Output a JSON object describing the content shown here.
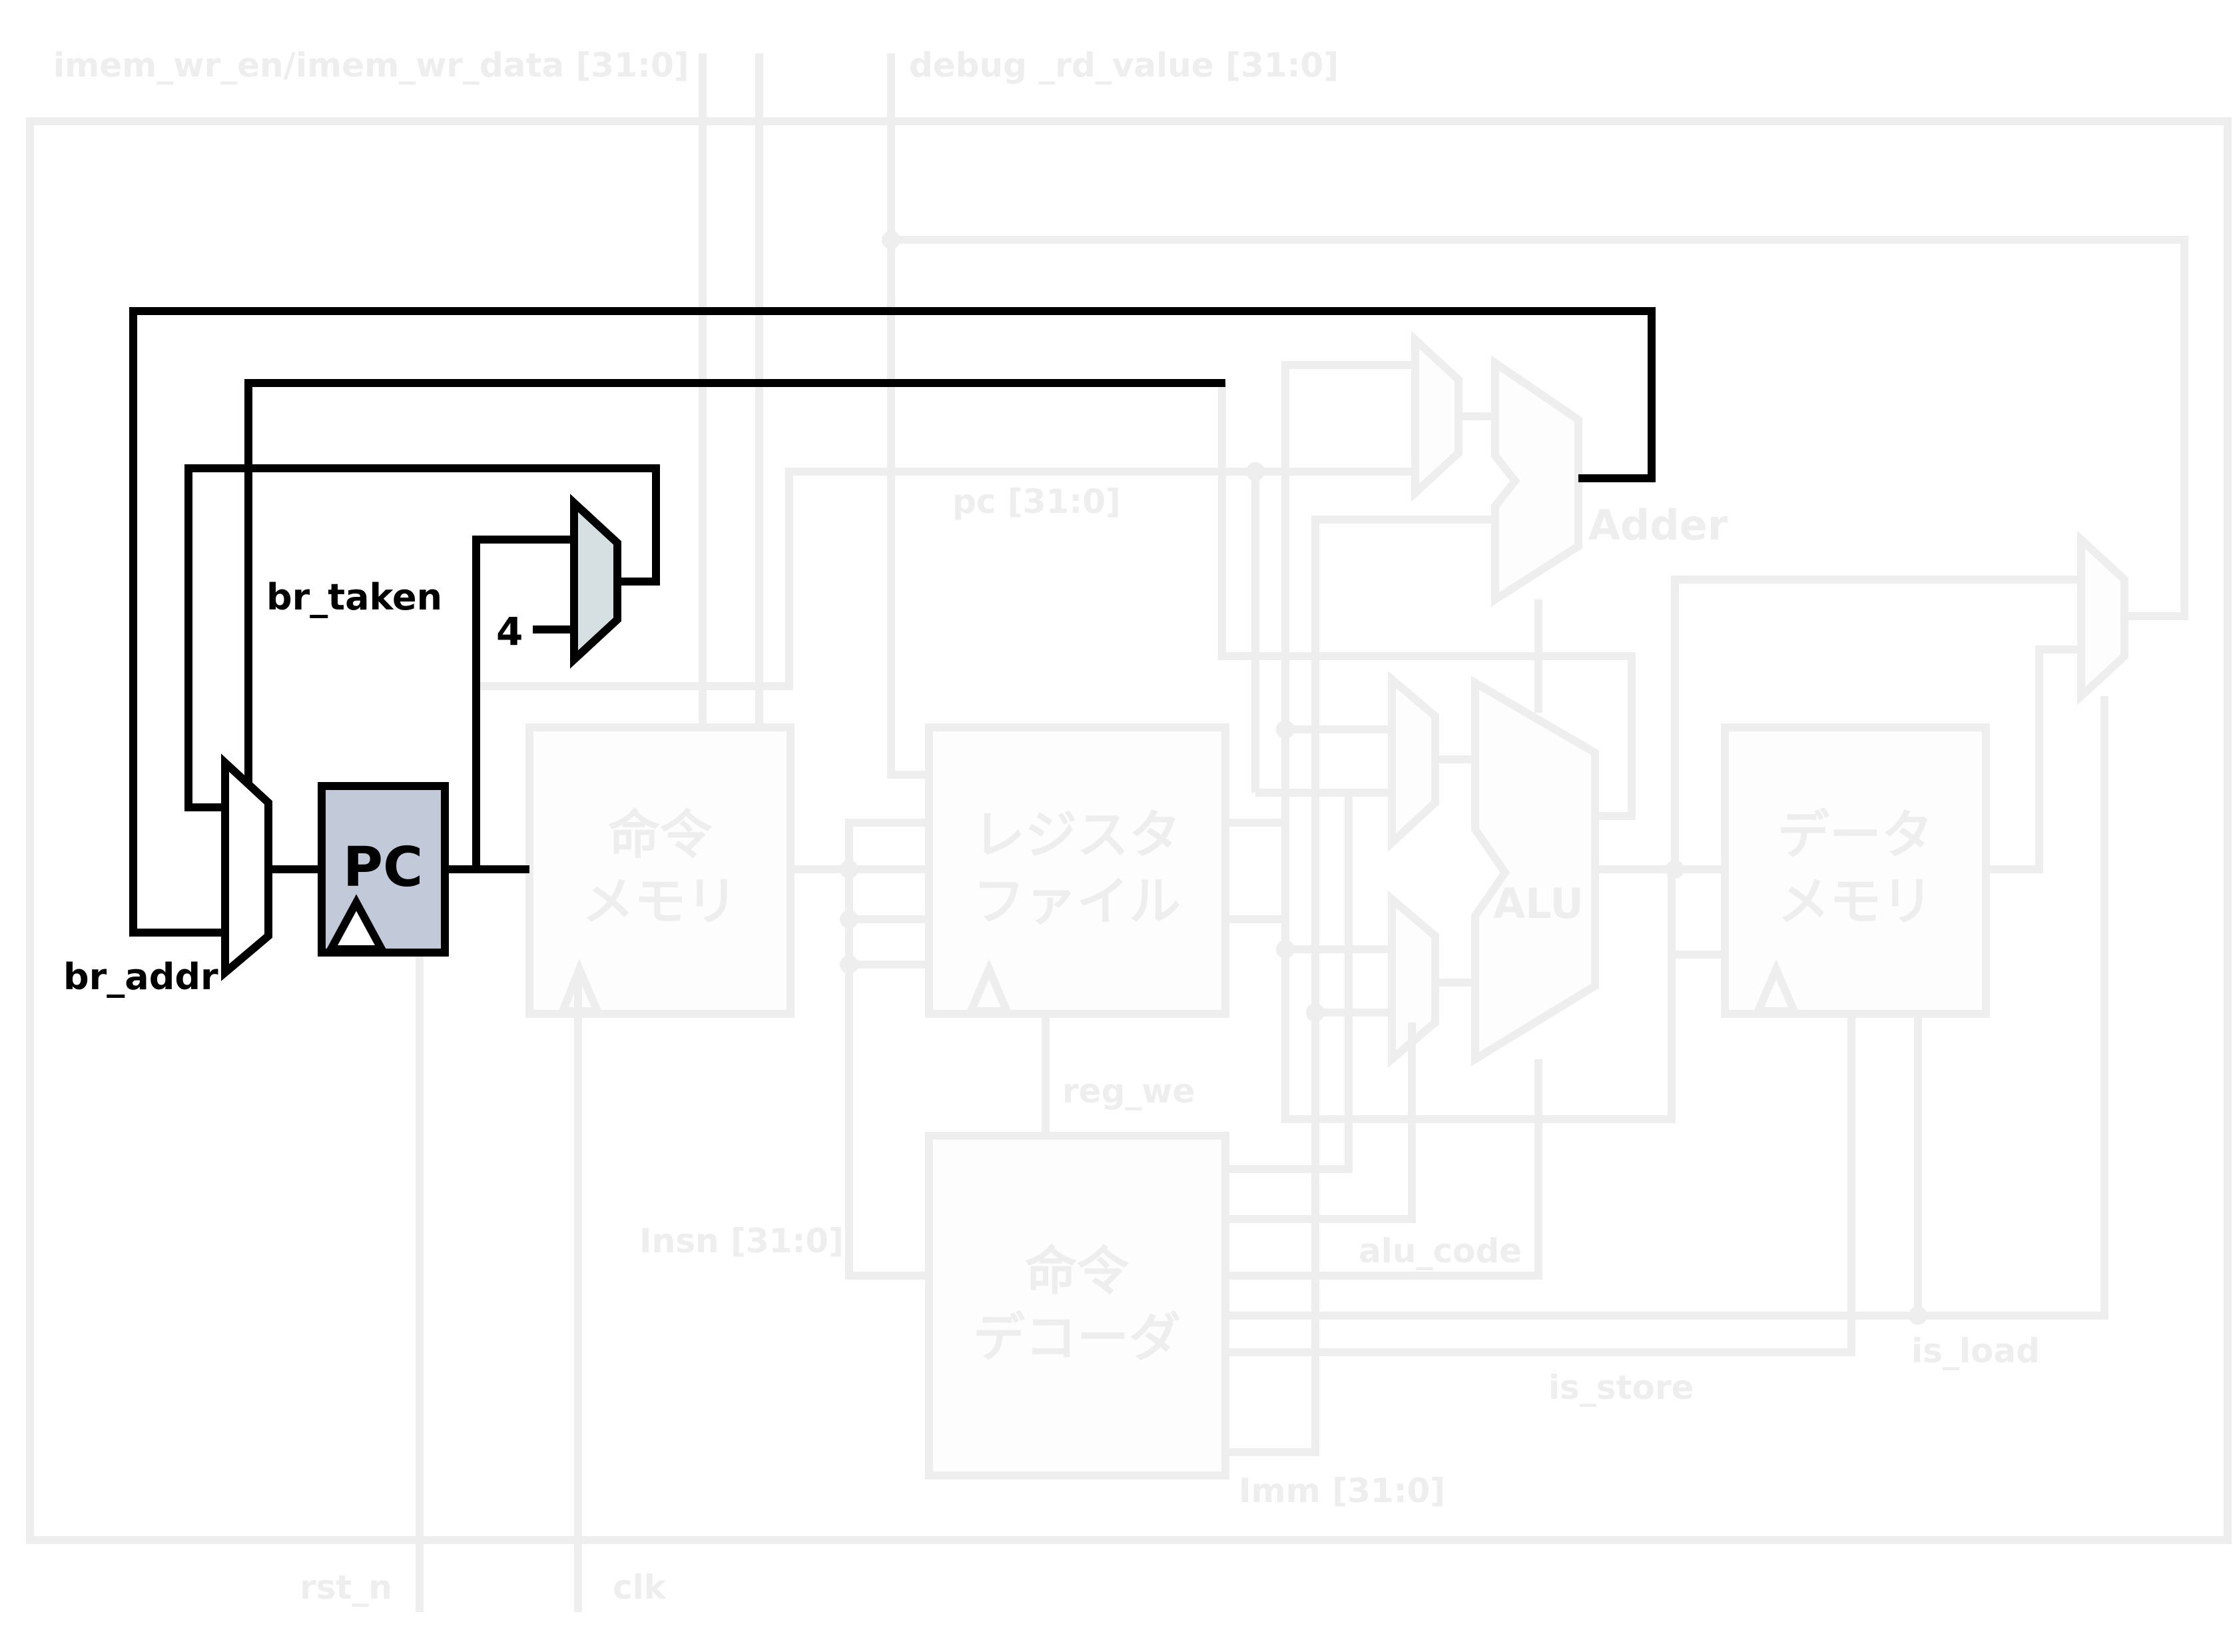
{
  "labels": {
    "imem_wr": "imem_wr_en/imem_wr_data [31:0]",
    "debug_rd": "debug _rd_value [31:0]",
    "pc_bus": "pc [31:0]",
    "adder": "Adder",
    "br_taken": "br_taken",
    "br_addr": "br_addr",
    "const_four": "4",
    "pc_block": "PC",
    "alu": "ALU",
    "reg_we": "reg_we",
    "insn": "Insn [31:0]",
    "alu_code": "alu_code",
    "is_load": "is_load",
    "is_store": "is_store",
    "imm": "Imm [31:0]",
    "rst_n": "rst_n",
    "clk": "clk"
  },
  "blocks": {
    "imem": [
      "命令",
      "メモリ"
    ],
    "regfile": [
      "レジスタ",
      "ファイル"
    ],
    "dmem": [
      "データ",
      "メモリ"
    ],
    "decoder": [
      "命令",
      "デコーダ"
    ]
  },
  "colors": {
    "faded": "#eeeeee",
    "highlight": "#000000",
    "pc_fill": "#c2c9d9",
    "mux_fill": "#d6e0e3"
  }
}
